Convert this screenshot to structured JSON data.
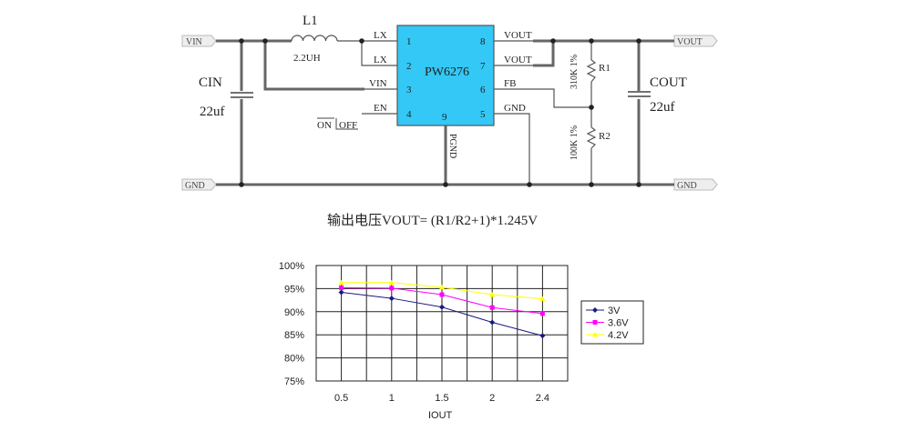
{
  "schematic": {
    "chip_name": "PW6276",
    "chip_color": "#33c8f5",
    "left_pins": [
      {
        "num": "1",
        "label": "LX"
      },
      {
        "num": "2",
        "label": "LX"
      },
      {
        "num": "3",
        "label": "VIN"
      },
      {
        "num": "4",
        "label": "EN"
      }
    ],
    "right_pins": [
      {
        "num": "8",
        "label": "VOUT"
      },
      {
        "num": "7",
        "label": "VOUT"
      },
      {
        "num": "6",
        "label": "FB"
      },
      {
        "num": "5",
        "label": "GND"
      }
    ],
    "pin9": {
      "num": "9",
      "label": "PGND"
    },
    "inductor": {
      "name": "L1",
      "value": "2.2UH"
    },
    "cin": {
      "name": "CIN",
      "value": "22uf"
    },
    "cout": {
      "name": "COUT",
      "value": "22uf"
    },
    "r1": {
      "name": "R1",
      "value": "310K  1%"
    },
    "r2": {
      "name": "R2",
      "value": "100K  1%"
    },
    "ports": {
      "vin": "VIN",
      "gnd_left": "GND",
      "vout": "VOUT",
      "gnd_right": "GND"
    },
    "en_on": "ON",
    "en_off": "OFF",
    "formula": "输出电压VOUT= (R1/R2+1)*1.245V"
  },
  "chart_data": {
    "type": "line",
    "title": "",
    "xlabel": "IOUT",
    "ylabel": "",
    "categories": [
      "0.5",
      "1",
      "1.5",
      "2",
      "2.4"
    ],
    "y_ticks": [
      "100%",
      "95%",
      "90%",
      "85%",
      "80%",
      "75%"
    ],
    "ylim": [
      75,
      100
    ],
    "grid": true,
    "legend_position": "right",
    "series": [
      {
        "name": "3V",
        "color": "#1a1a80",
        "marker": "diamond",
        "values": [
          94.2,
          92.9,
          91.0,
          87.7,
          84.8
        ]
      },
      {
        "name": "3.6V",
        "color": "#ff00ff",
        "marker": "square",
        "values": [
          95.2,
          95.1,
          93.7,
          90.9,
          89.6
        ]
      },
      {
        "name": "4.2V",
        "color": "#ffff00",
        "marker": "triangle",
        "values": [
          96.3,
          96.3,
          95.3,
          93.7,
          92.8
        ]
      }
    ]
  }
}
